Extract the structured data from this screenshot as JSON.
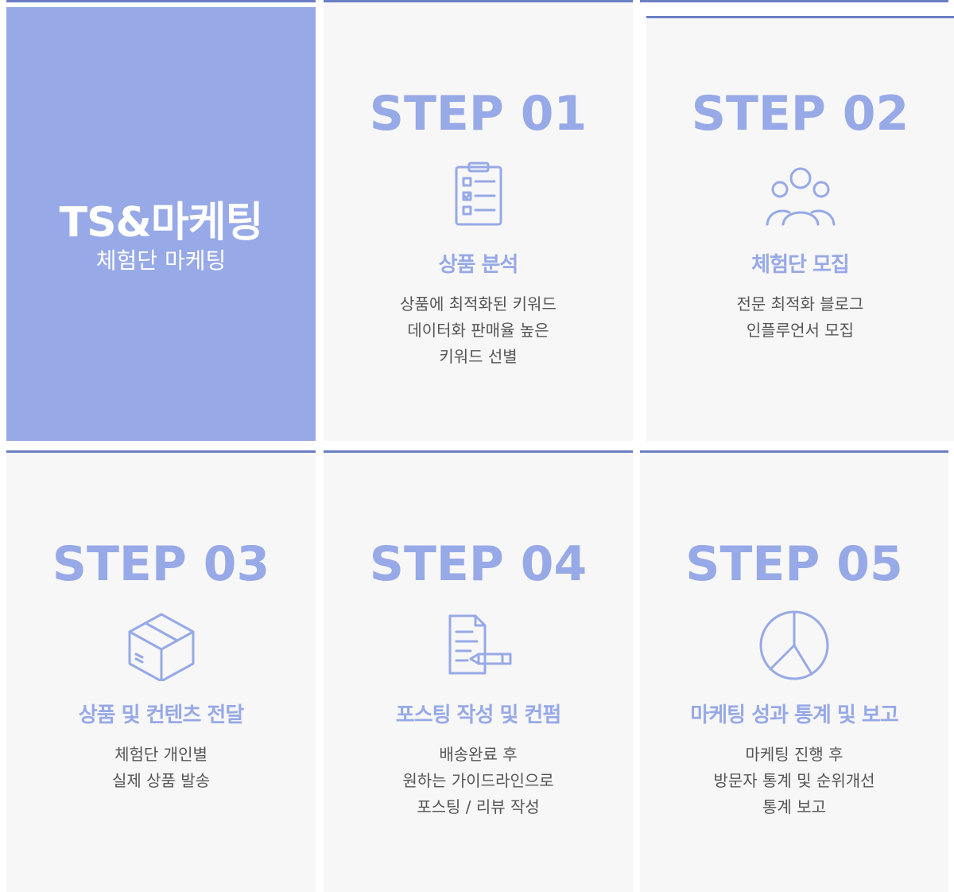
{
  "brand": {
    "title": "TS&마케팅",
    "subtitle": "체험단 마케팅"
  },
  "steps": [
    {
      "label": "STEP 01",
      "icon": "clipboard-checklist-icon",
      "title": "상품 분석",
      "lines": [
        "상품에 최적화된 키워드",
        "데이터화 판매율 높은",
        "키워드 선별"
      ]
    },
    {
      "label": "STEP 02",
      "icon": "group-users-icon",
      "title": "체험단 모집",
      "lines": [
        "전문 최적화 블로그",
        "인플루언서 모집"
      ]
    },
    {
      "label": "STEP 03",
      "icon": "box-icon",
      "title": "상품 및 컨텐츠 전달",
      "lines": [
        "체험단 개인별",
        "실제 상품 발송"
      ]
    },
    {
      "label": "STEP 04",
      "icon": "document-pencil-icon",
      "title": "포스팅 작성 및 컨펌",
      "lines": [
        "배송완료 후",
        "원하는 가이드라인으로",
        "포스팅 / 리뷰 작성"
      ]
    },
    {
      "label": "STEP 05",
      "icon": "pie-chart-icon",
      "title": "마케팅 성과 통계 및 보고",
      "lines": [
        "마케팅 진행 후",
        "방문자 통계 및 순위개선",
        "통계 보고"
      ]
    }
  ],
  "colors": {
    "accent": "#97a9e6",
    "line": "#6b7fc4",
    "card_bg": "#f7f7f7",
    "text": "#555555"
  }
}
